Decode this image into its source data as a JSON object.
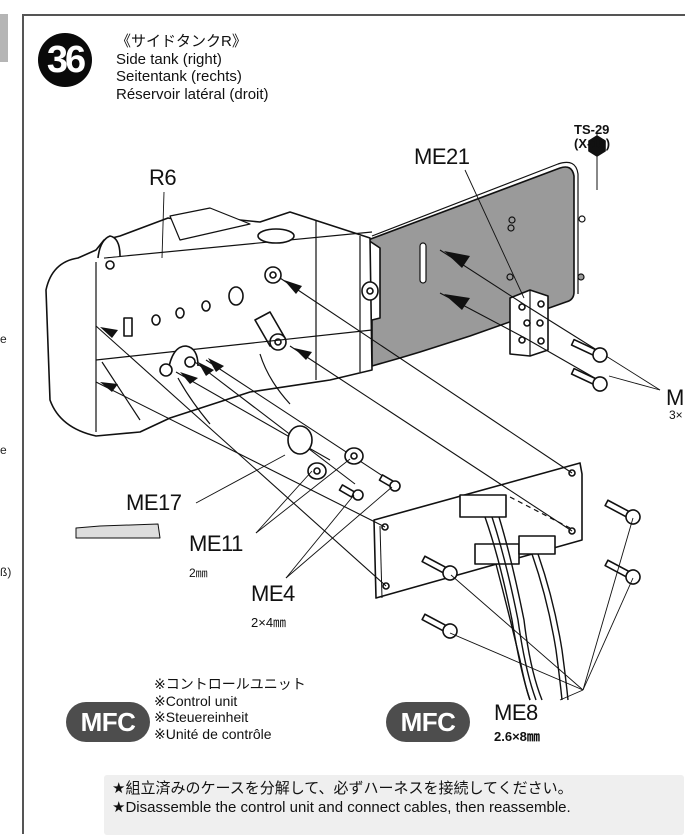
{
  "step": {
    "number": "36",
    "title_ja": "《サイドタンクR》",
    "title_en": "Side tank (right)",
    "title_de": "Seitentank (rechts)",
    "title_fr": "Réservoir latéral (droit)"
  },
  "left_margin_fragments": [
    "e",
    "e",
    "ß)"
  ],
  "paint": {
    "code": "TS-29",
    "alt_code": "(X-18)"
  },
  "parts": {
    "r6": "R6",
    "me21": "ME21",
    "me17": "ME17",
    "me11": {
      "label": "ME11",
      "size": "2㎜"
    },
    "me4": {
      "label": "ME4",
      "size": "2×4㎜"
    },
    "me8": {
      "label": "ME8",
      "size": "2.6×8㎜"
    },
    "m_cut": {
      "label": "M",
      "size": "3×"
    }
  },
  "control_unit": {
    "badge": "MFC",
    "lines": [
      "※コントロールユニット",
      "※Control unit",
      "※Steuereinheit",
      "※Unité de contrôle"
    ]
  },
  "me8_badge": "MFC",
  "notes": [
    "★組立済みのケースを分解して、必ずハーネスを接続してください。",
    "★Disassemble the control unit and connect cables, then reassemble."
  ],
  "colors": {
    "badge_fill": "#0a0a0a",
    "mfc_fill": "#4d4d4d",
    "plate_fill": "#9a9a9a",
    "note_bg": "#efefef",
    "frame": "#555555"
  }
}
